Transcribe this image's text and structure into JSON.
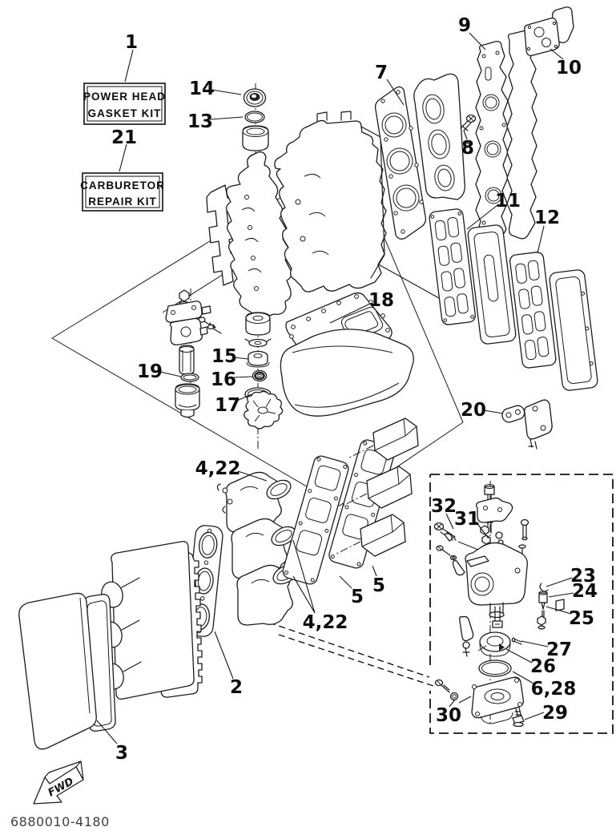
{
  "title": "Outboard powerhead repair kit exploded parts diagram",
  "colors": {
    "line": "#1b1b1b",
    "background": "#ffffff",
    "footer_text": "#3f3f3f"
  },
  "kit_labels": {
    "power_head": {
      "line1": "POWER HEAD",
      "line2": "GASKET KIT"
    },
    "carburetor": {
      "line1": "CARBURETOR",
      "line2": "REPAIR KIT"
    }
  },
  "callouts": {
    "c1": "1",
    "c2": "2",
    "c3": "3",
    "c4_22_top": "4,22",
    "c4_22_bottom": "4,22",
    "c5_left": "5",
    "c5_right": "5",
    "c6_28": "6,28",
    "c7": "7",
    "c8": "8",
    "c9": "9",
    "c10": "10",
    "c11": "11",
    "c12": "12",
    "c13": "13",
    "c14": "14",
    "c15": "15",
    "c16": "16",
    "c17": "17",
    "c18": "18",
    "c19": "19",
    "c20": "20",
    "c21": "21",
    "c23": "23",
    "c24": "24",
    "c25": "25",
    "c26": "26",
    "c27": "27",
    "c29": "29",
    "c30": "30",
    "c31": "31",
    "c32": "32"
  },
  "orientation": {
    "fwd_label": "FWD"
  },
  "footer": {
    "drawing_code": "6880010-4180"
  }
}
